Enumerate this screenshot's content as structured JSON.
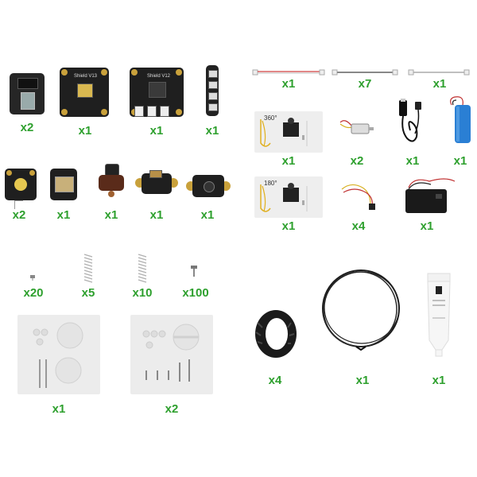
{
  "quantities": {
    "row1_mini_board": "x2",
    "row1_main_board_a": "x1",
    "row1_main_board_b": "x1",
    "row1_led_strip": "x1",
    "row2_camera_module": "x2",
    "row2_sensor_module": "x1",
    "row2_switch_module": "x1",
    "row2_ir_module": "x1",
    "row2_button_module": "x1",
    "row4_screws_small": "x20",
    "row4_spring_short": "x5",
    "row4_spring_long": "x10",
    "row4_screws_large": "x100",
    "row5_parts_panel_a": "x1",
    "row5_parts_panel_b": "x2",
    "cable_red_white": "x1",
    "cable_gray_long": "x7",
    "cable_gray_thin": "x1",
    "servo_360": "x1",
    "motor_small": "x2",
    "usb_charger": "x1",
    "battery_pack": "x1",
    "servo_180": "x1",
    "wire_lead": "x4",
    "battery_box": "x1",
    "tire": "x4",
    "wire_coil": "x1",
    "grease_tube": "x1"
  },
  "labels": {
    "servo_360_angle": "360°",
    "servo_180_angle": "180°",
    "board_a_text": "Shield V13",
    "board_b_text": "Shield V12"
  },
  "colors": {
    "quantity_green": "#2ea02e",
    "pcb_black": "#1f1f1f",
    "gold_pad": "#c9a13b",
    "panel_gray": "#eeeeee",
    "battery_blue": "#2a7fd4"
  }
}
